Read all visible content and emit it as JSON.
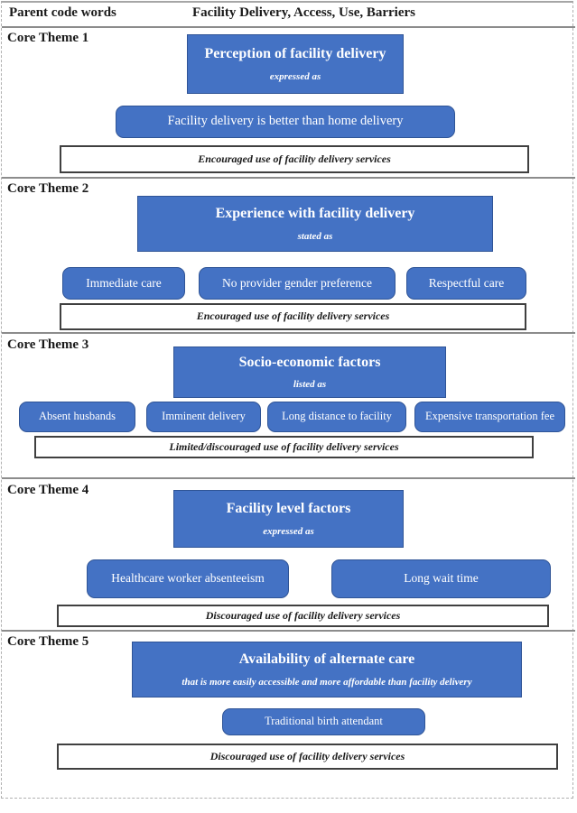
{
  "figure": {
    "header": {
      "left_label": "Parent code words",
      "right_label": "Facility Delivery, Access, Use, Barriers"
    },
    "themes": [
      {
        "label": "Core Theme 1",
        "title": "Perception of facility delivery",
        "subtitle": "expressed as",
        "codes": [
          "Facility delivery is better than home delivery"
        ],
        "outcome": "Encouraged use of facility delivery services"
      },
      {
        "label": "Core Theme 2",
        "title": "Experience with facility delivery",
        "subtitle": "stated as",
        "codes": [
          "Immediate care",
          "No provider gender preference",
          "Respectful care"
        ],
        "outcome": "Encouraged use of facility delivery services"
      },
      {
        "label": "Core Theme 3",
        "title": "Socio-economic factors",
        "subtitle": "listed as",
        "codes": [
          "Absent husbands",
          "Imminent delivery",
          "Long distance to facility",
          "Expensive transportation fee"
        ],
        "outcome": "Limited/discouraged use of facility delivery services"
      },
      {
        "label": "Core Theme 4",
        "title": "Facility level factors",
        "subtitle": "expressed as",
        "codes": [
          "Healthcare worker absenteeism",
          "Long wait time"
        ],
        "outcome": "Discouraged use of facility delivery services"
      },
      {
        "label": "Core Theme 5",
        "title": "Availability of alternate care",
        "subtitle": "that is more easily accessible and more affordable than facility delivery",
        "codes": [
          "Traditional birth attendant"
        ],
        "outcome": "Discouraged use of facility delivery services"
      }
    ],
    "colors": {
      "code_box_fill": "#4472c4",
      "code_box_border": "#2f5496",
      "code_box_text": "#ffffff",
      "outcome_box_border": "#404040",
      "frame_border": "#a6a6a6"
    }
  }
}
